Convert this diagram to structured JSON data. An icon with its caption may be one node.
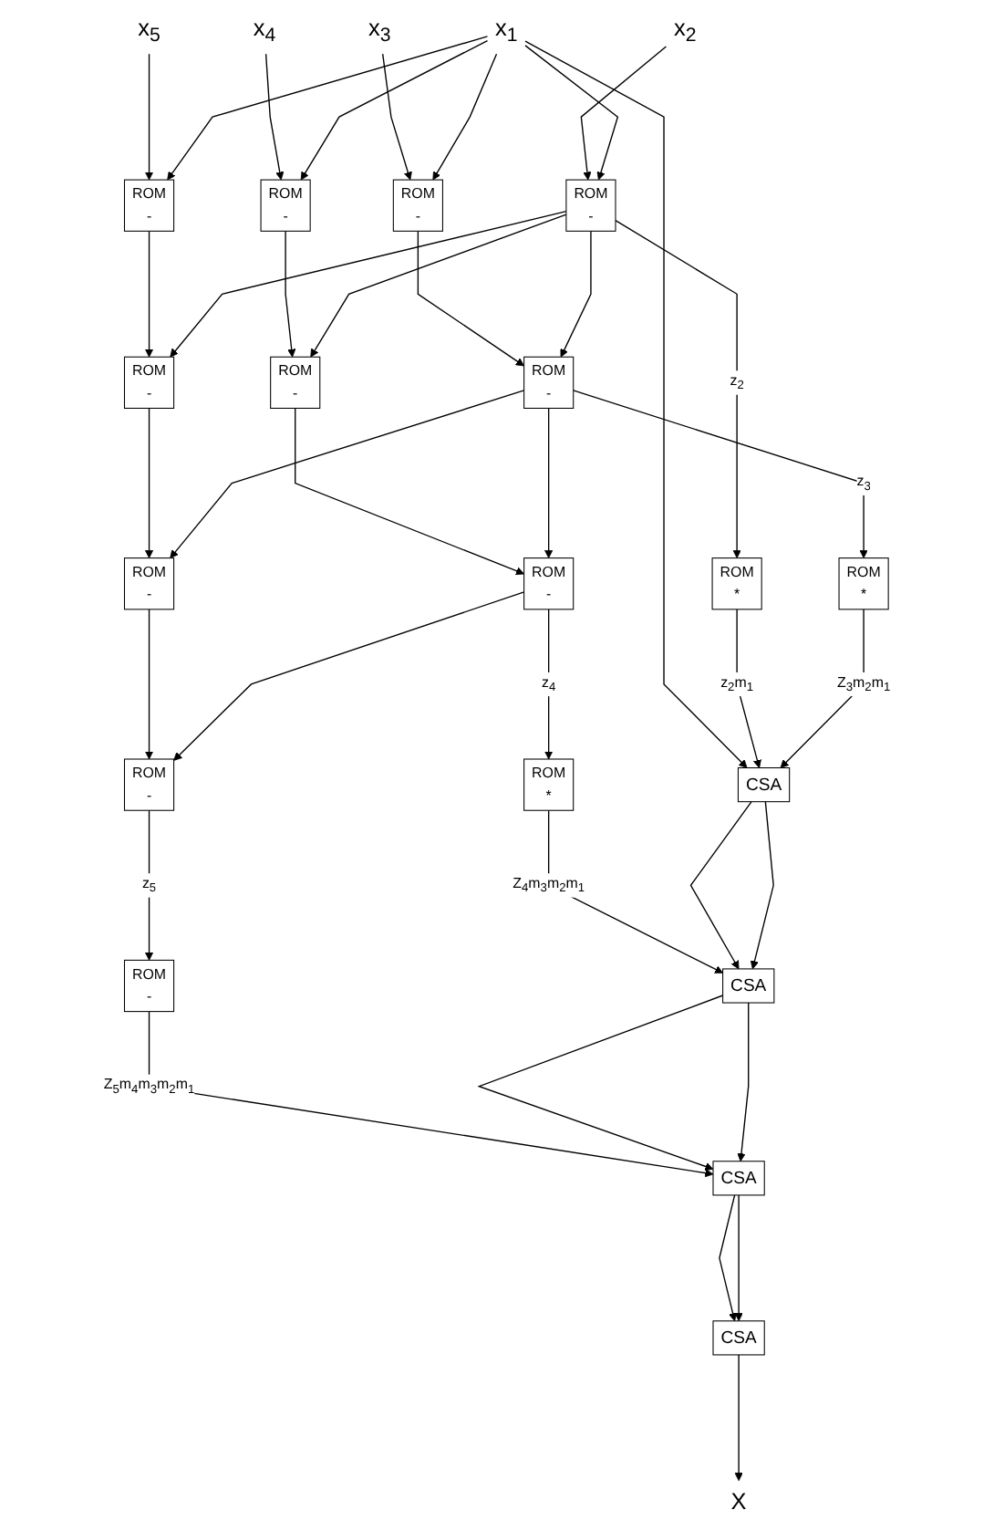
{
  "diagram": {
    "nodes": [
      {
        "text": [
          "x$_{5}$"
        ]
      },
      {
        "text": [
          "x$_{4}$"
        ]
      },
      {
        "text": [
          "x$_{3}$"
        ]
      },
      {
        "text": [
          "x$_{2}$"
        ]
      },
      {
        "text": [
          "x$_{1}$"
        ]
      },
      {
        "text": [
          "ROM",
          "-"
        ]
      },
      {
        "text": [
          "ROM",
          "-"
        ]
      },
      {
        "text": [
          "ROM",
          "-"
        ]
      },
      {
        "text": [
          "ROM",
          "-"
        ]
      },
      {
        "text": [
          "ROM",
          "-"
        ]
      },
      {
        "text": [
          "ROM",
          "-"
        ]
      },
      {
        "text": [
          "ROM",
          "-"
        ]
      },
      {
        "text": [
          "ROM",
          "*"
        ]
      },
      {
        "text": [
          "ROM",
          "-"
        ]
      },
      {
        "text": [
          "ROM",
          "-"
        ]
      },
      {
        "text": [
          "ROM",
          "*"
        ]
      },
      {
        "text": [
          "ROM",
          "-"
        ]
      },
      {
        "text": [
          "ROM",
          "*"
        ]
      },
      {
        "text": [
          "CSA"
        ]
      },
      {
        "text": [
          "ROM",
          "-"
        ]
      },
      {
        "text": [
          "CSA"
        ]
      },
      {
        "text": [
          "CSA"
        ]
      },
      {
        "text": [
          "CSA"
        ]
      },
      {
        "text": [
          "X"
        ]
      }
    ],
    "edges": [
      {
        "from": 0,
        "to": 5,
        "arrow": "to"
      },
      {
        "from": 1,
        "to": 6,
        "arrow": "to"
      },
      {
        "from": 2,
        "to": 7,
        "arrow": "to"
      },
      {
        "from": 3,
        "to": 8,
        "arrow": "to"
      },
      {
        "from": 4,
        "to": 5,
        "arrow": "to"
      },
      {
        "from": 4,
        "to": 6,
        "arrow": "to"
      },
      {
        "from": 4,
        "to": 7,
        "arrow": "to"
      },
      {
        "from": 4,
        "to": 8,
        "arrow": "to"
      },
      {
        "from": 4,
        "to": 18,
        "arrow": "to"
      },
      {
        "from": 5,
        "to": 9,
        "arrow": "to"
      },
      {
        "from": 6,
        "to": 10,
        "arrow": "to"
      },
      {
        "from": 7,
        "to": 11,
        "arrow": "to"
      },
      {
        "from": 8,
        "to": 12,
        "arrow": "to",
        "label": "z$_{2}$"
      },
      {
        "from": 8,
        "to": 9,
        "arrow": "to"
      },
      {
        "from": 8,
        "to": 10,
        "arrow": "to"
      },
      {
        "from": 8,
        "to": 11,
        "arrow": "to"
      },
      {
        "from": 9,
        "to": 13,
        "arrow": "to"
      },
      {
        "from": 10,
        "to": 14,
        "arrow": "to"
      },
      {
        "from": 11,
        "to": 15,
        "arrow": "to",
        "label": "z$_{3}$"
      },
      {
        "from": 11,
        "to": 13,
        "arrow": "to"
      },
      {
        "from": 11,
        "to": 14,
        "arrow": "to"
      },
      {
        "from": 12,
        "to": 18,
        "arrow": "to",
        "label": "z$_{2}$m$_{1}$"
      },
      {
        "from": 13,
        "to": 16,
        "arrow": "to"
      },
      {
        "from": 14,
        "to": 17,
        "arrow": "to",
        "label": "z$_{4}$"
      },
      {
        "from": 14,
        "to": 16,
        "arrow": "to"
      },
      {
        "from": 15,
        "to": 18,
        "arrow": "to",
        "label": "Z$_{3}$m$_{2}$m$_{1}$"
      },
      {
        "from": 16,
        "to": 19,
        "arrow": "to",
        "label": "z$_{5}$"
      },
      {
        "from": 17,
        "to": 20,
        "arrow": "to",
        "label": "Z$_{4}$m$_{3}$m$_{2}$m$_{1}$"
      },
      {
        "from": 18,
        "to": 20,
        "arrow": "to"
      },
      {
        "from": 18,
        "to": 20,
        "arrow": "to"
      },
      {
        "from": 19,
        "to": 21,
        "arrow": "to",
        "label": "Z$_{5}$m$_{4}$m$_{3}$m$_{2}$m$_{1}$"
      },
      {
        "from": 20,
        "to": 21,
        "arrow": "to"
      },
      {
        "from": 20,
        "to": 21,
        "arrow": "to"
      },
      {
        "from": 21,
        "to": 22,
        "arrow": "to"
      },
      {
        "from": 21,
        "to": 22,
        "arrow": "to"
      },
      {
        "from": 22,
        "to": 23,
        "arrow": "to"
      }
    ]
  }
}
